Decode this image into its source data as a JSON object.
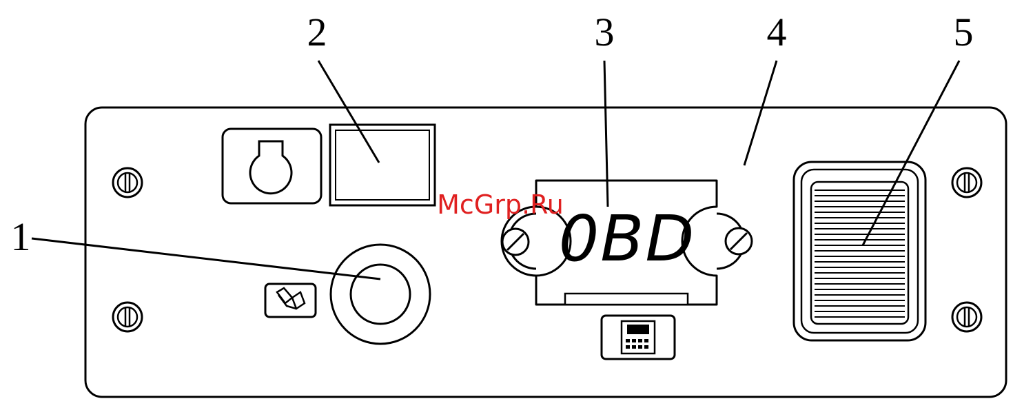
{
  "diagram": {
    "callouts": [
      {
        "number": "1",
        "target": "round-push-button"
      },
      {
        "number": "2",
        "target": "rectangular-window"
      },
      {
        "number": "3",
        "target": "display-window"
      },
      {
        "number": "4",
        "target": "front-panel"
      },
      {
        "number": "5",
        "target": "ribbed-slider"
      }
    ],
    "display_text": "0BD",
    "watermark": "McGrp.Ru",
    "colors": {
      "line": "#000000",
      "background": "#ffffff",
      "watermark": "#e02020"
    },
    "icons": [
      "key-lock-icon",
      "book-icon",
      "keypad-device-icon"
    ]
  }
}
